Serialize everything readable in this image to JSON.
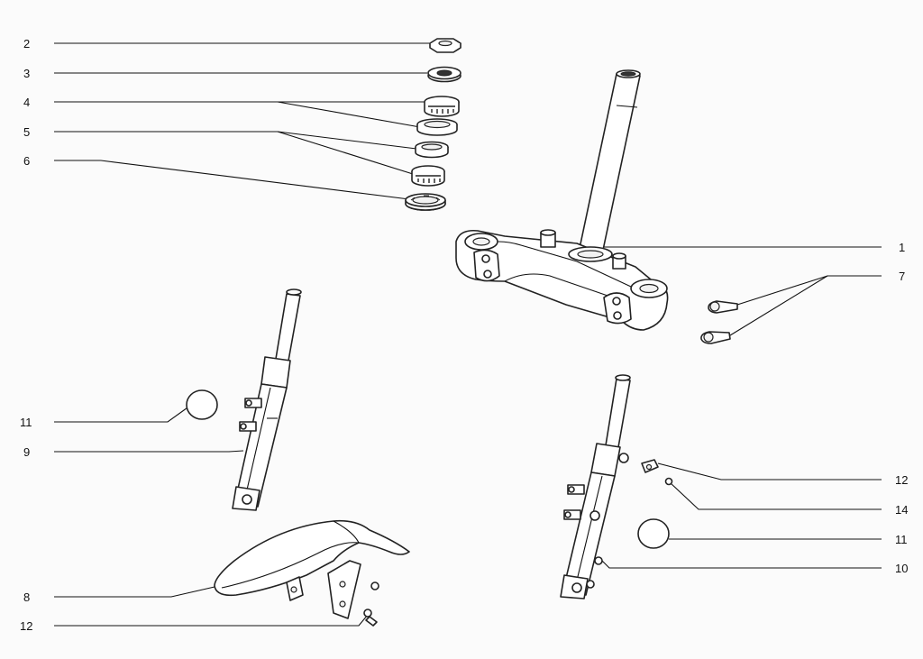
{
  "callouts": [
    {
      "id": "c2",
      "text": "2"
    },
    {
      "id": "c3",
      "text": "3"
    },
    {
      "id": "c4",
      "text": "4"
    },
    {
      "id": "c5",
      "text": "5"
    },
    {
      "id": "c6",
      "text": "6"
    },
    {
      "id": "c1",
      "text": "1"
    },
    {
      "id": "c7",
      "text": "7"
    },
    {
      "id": "c11a",
      "text": "11"
    },
    {
      "id": "c9",
      "text": "9"
    },
    {
      "id": "c12a",
      "text": "12"
    },
    {
      "id": "c14",
      "text": "14"
    },
    {
      "id": "c11b",
      "text": "11"
    },
    {
      "id": "c10",
      "text": "10"
    },
    {
      "id": "c8",
      "text": "8"
    },
    {
      "id": "c12b",
      "text": "12"
    }
  ]
}
